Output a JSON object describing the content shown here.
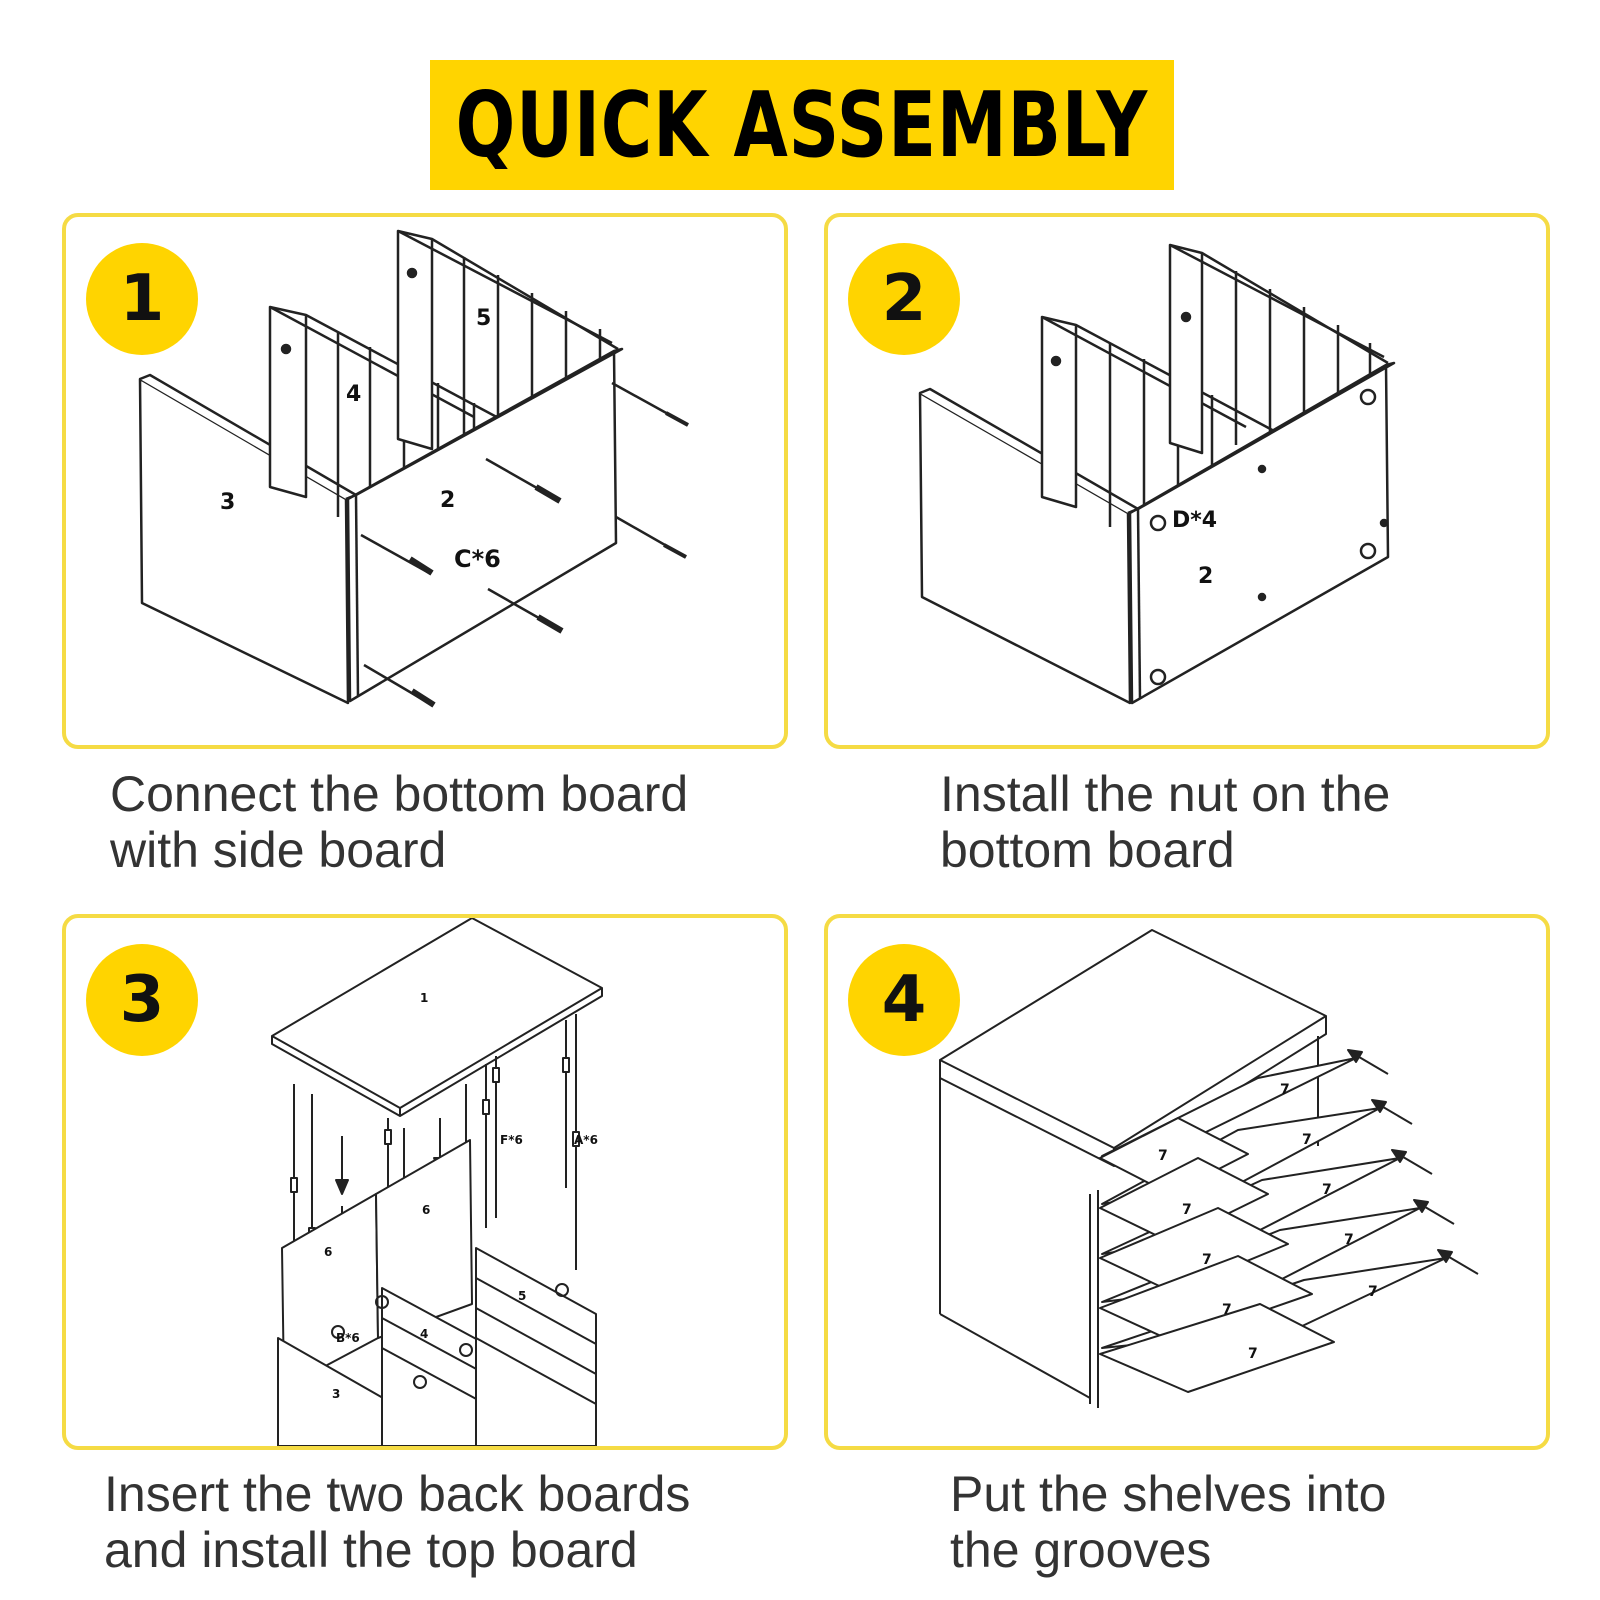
{
  "header": {
    "title": "QUICK ASSEMBLY"
  },
  "steps": [
    {
      "number": "1",
      "caption": "Connect the bottom board\nwith side board",
      "labels": {
        "bottom_board": "2",
        "side_board": "3",
        "back_low": "4",
        "back_high": "5",
        "screws": "C*6"
      }
    },
    {
      "number": "2",
      "caption": "Install the nut on the\nbottom board",
      "labels": {
        "bottom_board": "2",
        "nuts": "D*4"
      }
    },
    {
      "number": "3",
      "caption": "Insert the two back boards\nand install the top board",
      "labels": {
        "top_board": "1",
        "back_left": "6",
        "back_right": "6",
        "side_board": "3",
        "back_low": "4",
        "back_high": "5",
        "dowels": "F*6",
        "cams": "A*6",
        "bolts": "B*6"
      }
    },
    {
      "number": "4",
      "caption": "Put the shelves into\nthe grooves",
      "labels": {
        "shelf": "7"
      }
    }
  ]
}
